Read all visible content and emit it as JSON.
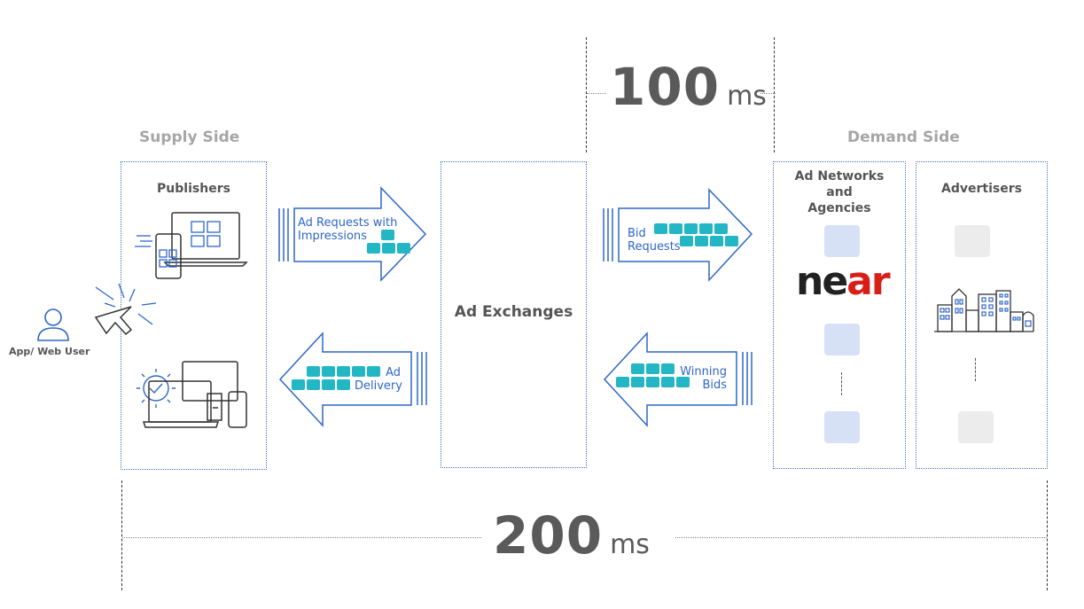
{
  "timing": {
    "exchange": {
      "value": "100",
      "unit": "ms"
    },
    "total": {
      "value": "200",
      "unit": "ms"
    }
  },
  "labels": {
    "supply_side": "Supply Side",
    "demand_side": "Demand Side",
    "publishers": "Publishers",
    "ad_exchanges": "Ad Exchanges",
    "ad_networks_line1": "Ad Networks",
    "ad_networks_line2": "and",
    "ad_networks_line3": "Agencies",
    "advertisers": "Advertisers",
    "user": "App/ Web User",
    "near_logo_prefix": "ne",
    "near_logo_suffix": "ar"
  },
  "arrows": {
    "ad_requests_line1": "Ad Requests with",
    "ad_requests_line2": "Impressions",
    "ad_delivery_line1": "Ad",
    "ad_delivery_line2": "Delivery",
    "bid_requests_line1": "Bid",
    "bid_requests_line2": "Requests",
    "winning_bids_line1": "Winning",
    "winning_bids_line2": "Bids"
  },
  "colors": {
    "box_border": "#3f73b6",
    "arrow_stroke": "#2e66c8",
    "data_square": "#23b6c4",
    "network_placeholder": "#d6e1f5",
    "advertiser_placeholder": "#ececec",
    "near_accent": "#d91e18"
  },
  "icons": [
    "user-icon",
    "cursor-click-icon",
    "laptop-phone-icon",
    "gear-devices-icon",
    "city-buildings-icon"
  ]
}
